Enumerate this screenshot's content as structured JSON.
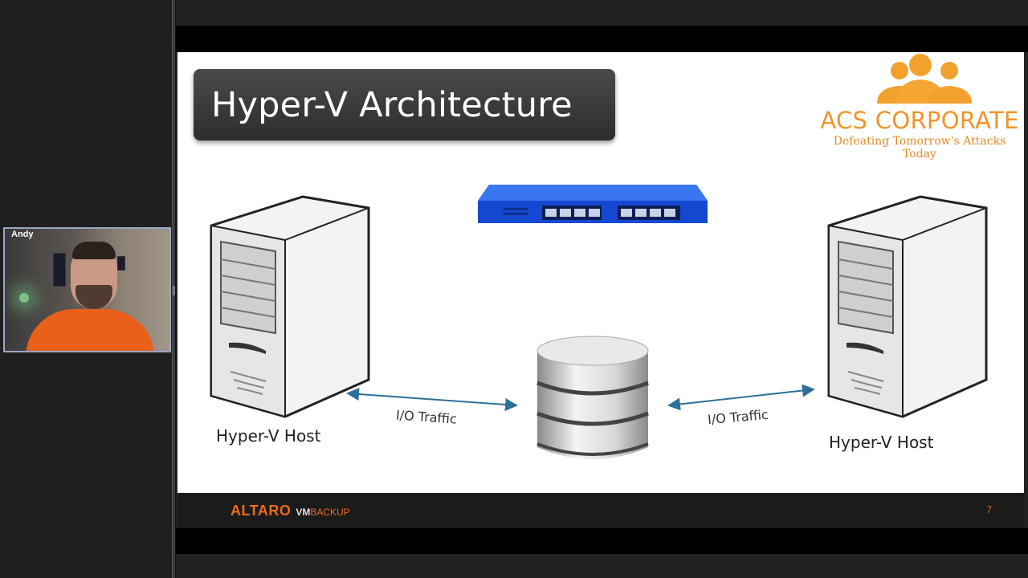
{
  "participant": {
    "name": "Andy"
  },
  "slide": {
    "title": "Hyper-V Architecture",
    "logo": {
      "name": "ACS CORPORATE",
      "tagline": "Defeating Tomorrow's Attacks Today"
    },
    "left_host_label": "Hyper-V Host",
    "right_host_label": "Hyper-V Host",
    "left_io_label": "I/O Traffic",
    "right_io_label": "I/O Traffic",
    "footer": {
      "brand": "ALTARO",
      "brand_vm": "VM",
      "brand_backup": "BACKUP",
      "slide_number": "7"
    }
  },
  "colors": {
    "accent_orange": "#ef6a1a",
    "acs_orange": "#f0952a",
    "switch_blue": "#1a56e6"
  }
}
